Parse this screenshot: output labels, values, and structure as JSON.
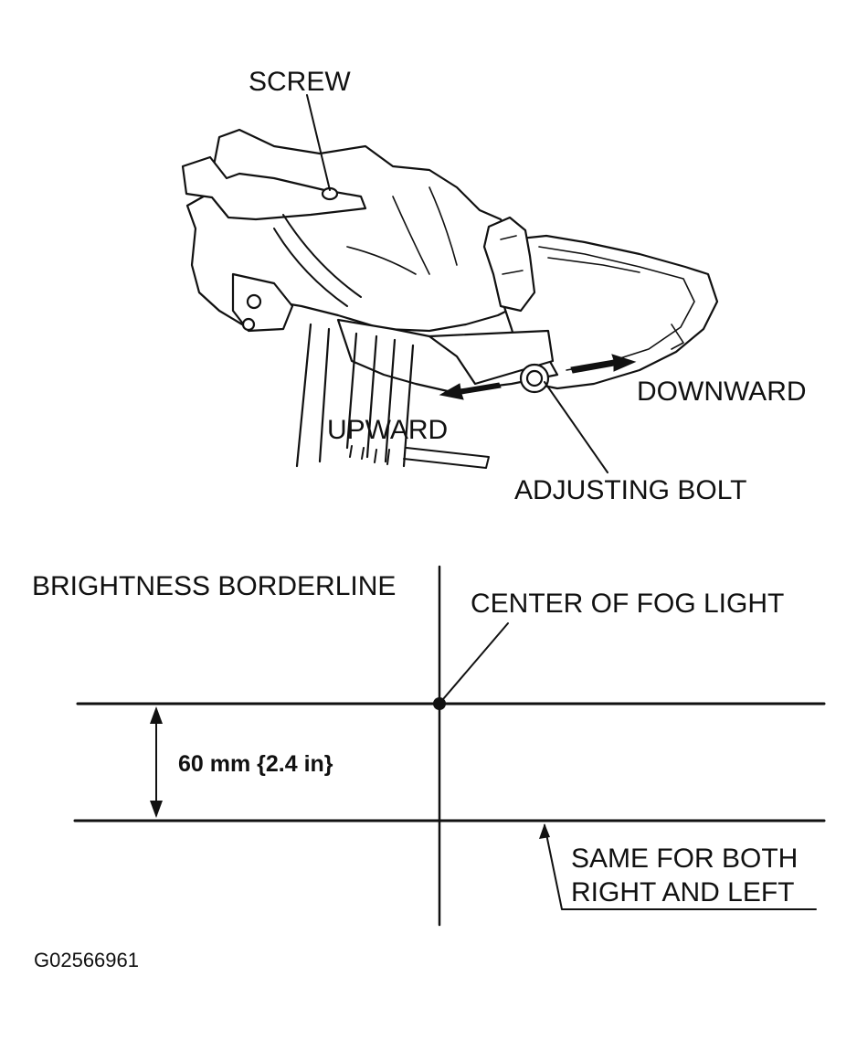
{
  "labels": {
    "screw": "SCREW",
    "downward": "DOWNWARD",
    "upward": "UPWARD",
    "adjusting_bolt": "ADJUSTING BOLT",
    "brightness_borderline": "BRIGHTNESS BORDERLINE",
    "center_of_fog_light": "CENTER OF FOG LIGHT",
    "dimension": "60 mm {2.4 in}",
    "same_for_both_line1": "SAME FOR BOTH",
    "same_for_both_line2": "RIGHT AND LEFT"
  },
  "figure_code": "G02566961",
  "colors": {
    "ink": "#111111",
    "background": "#ffffff"
  }
}
